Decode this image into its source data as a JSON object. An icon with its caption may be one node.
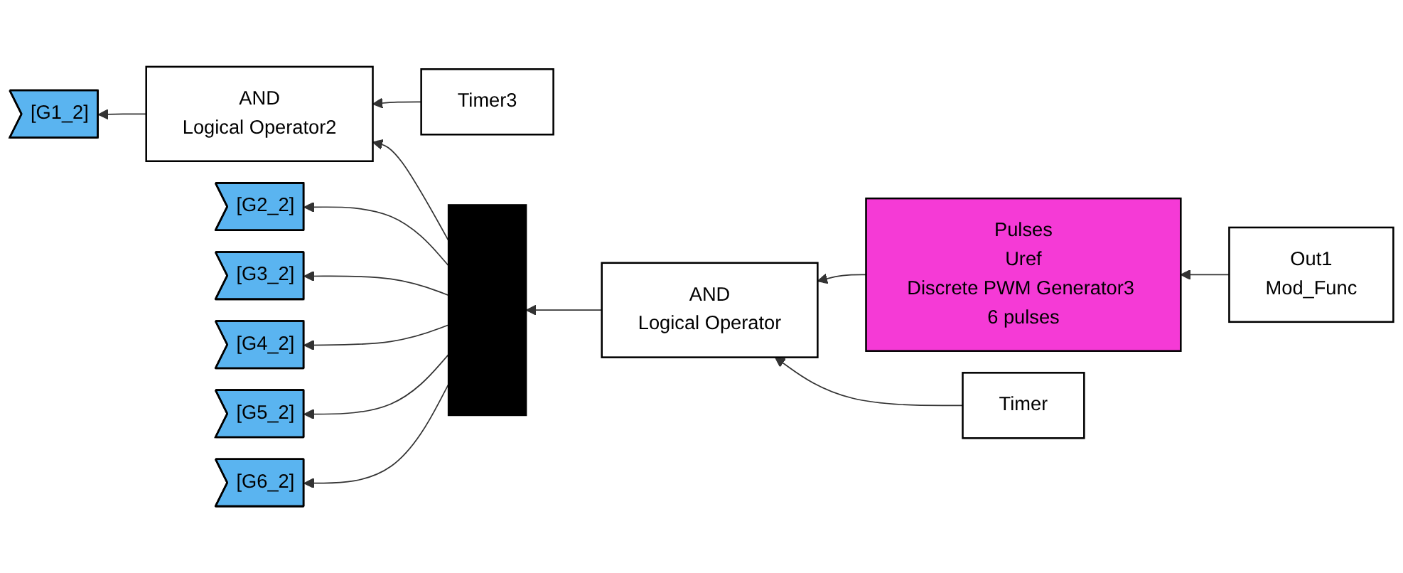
{
  "diagram": {
    "nodes": [
      {
        "text": [
          "Out1",
          "Mod_Func"
        ]
      },
      {
        "text": [
          "Pulses",
          "Uref",
          "Discrete PWM Generator3 6 pulses"
        ]
      },
      {
        "text": [
          "Timer"
        ]
      },
      {
        "text": [
          "AND",
          "Logical Operator"
        ]
      },
      {
        "text": [],
        "shape": "bar"
      },
      {
        "text": [
          "Timer3"
        ]
      },
      {
        "text": [
          "AND",
          "Logical Operator2"
        ]
      },
      {
        "text": [
          "[G1_2]"
        ]
      },
      {
        "text": [
          "[G2_2]"
        ]
      },
      {
        "text": [
          "[G3_2]"
        ]
      },
      {
        "text": [
          "[G4_2]"
        ]
      },
      {
        "text": [
          "[G5_2]"
        ]
      },
      {
        "text": [
          "[G6_2]"
        ]
      }
    ],
    "edges": [
      {
        "from": 0,
        "to": 1,
        "arrow": "to"
      },
      {
        "from": 1,
        "to": 3,
        "arrow": "to"
      },
      {
        "from": 2,
        "to": 3,
        "arrow": "to"
      },
      {
        "from": 3,
        "to": 4,
        "arrow": "to"
      },
      {
        "from": 5,
        "to": 6,
        "arrow": "to"
      },
      {
        "from": 4,
        "to": 6,
        "arrow": "to"
      },
      {
        "from": 6,
        "to": 7,
        "arrow": "to"
      },
      {
        "from": 4,
        "to": 8,
        "arrow": "to"
      },
      {
        "from": 4,
        "to": 9,
        "arrow": "to"
      },
      {
        "from": 4,
        "to": 10,
        "arrow": "to"
      },
      {
        "from": 4,
        "to": 11,
        "arrow": "to"
      },
      {
        "from": 4,
        "to": 12,
        "arrow": "to"
      }
    ]
  }
}
